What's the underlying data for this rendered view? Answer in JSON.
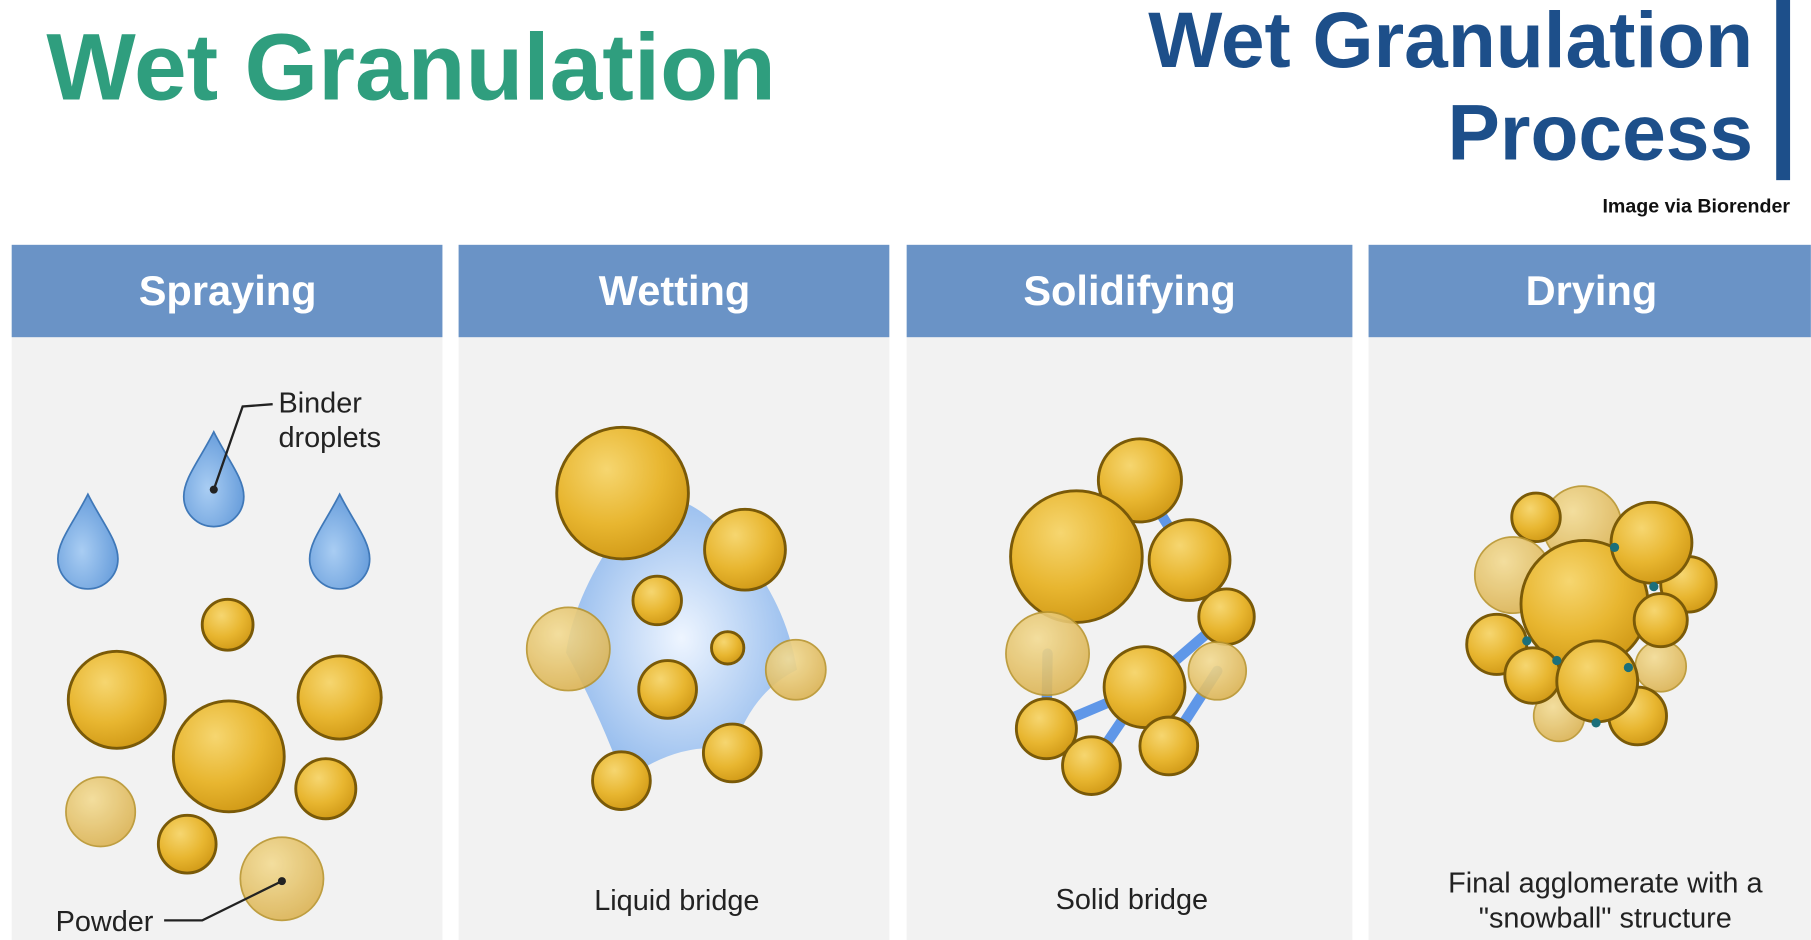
{
  "title": "Wet Granulation",
  "process_title": {
    "line1": "Wet Granulation",
    "line2": "Process"
  },
  "credit": "Image via Biorender",
  "colors": {
    "title_green": "#2f9e7e",
    "title_blue": "#1d4f8a",
    "header_blue": "#6a93c6",
    "particle_gold": "#e8b630",
    "binder_blue": "#7fb0e6"
  },
  "stages": [
    {
      "title": "Spraying",
      "labels": {
        "binder_line1": "Binder",
        "binder_line2": "droplets",
        "powder": "Powder"
      }
    },
    {
      "title": "Wetting",
      "caption": "Liquid bridge"
    },
    {
      "title": "Solidifying",
      "caption": "Solid bridge"
    },
    {
      "title": "Drying",
      "caption_line1": "Final agglomerate with a",
      "caption_line2": "\"snowball\" structure"
    }
  ]
}
